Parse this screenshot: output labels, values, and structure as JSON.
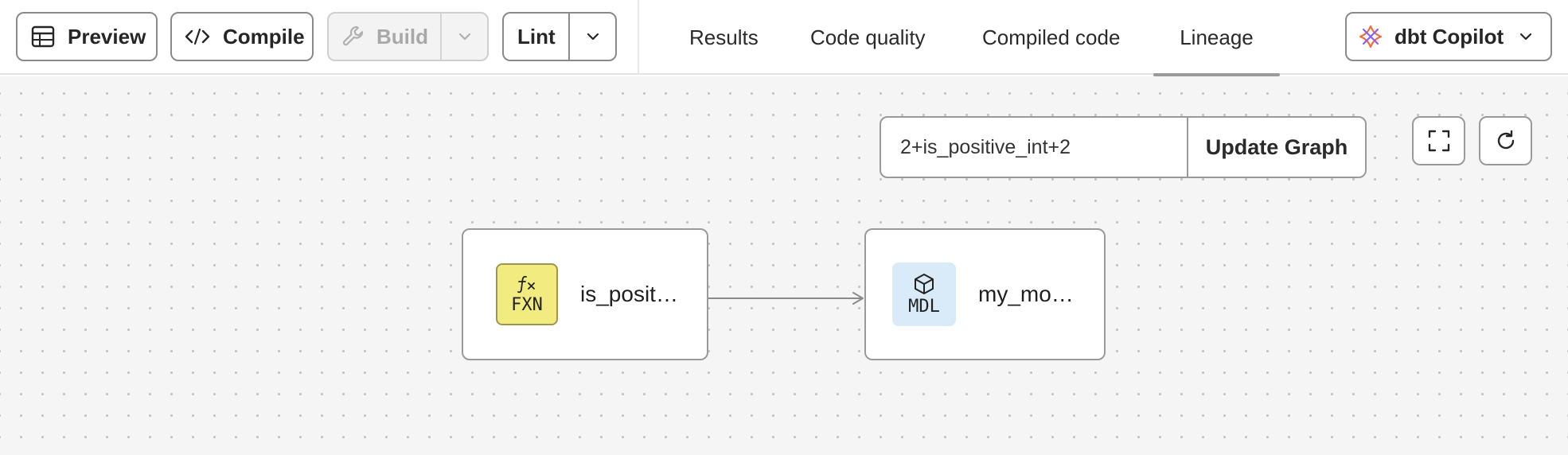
{
  "toolbar": {
    "preview_label": "Preview",
    "compile_label": "Compile",
    "build_label": "Build",
    "lint_label": "Lint",
    "copilot_label": "dbt Copilot"
  },
  "tabs": [
    {
      "label": "Results",
      "active": false
    },
    {
      "label": "Code quality",
      "active": false
    },
    {
      "label": "Compiled code",
      "active": false
    },
    {
      "label": "Lineage",
      "active": true
    }
  ],
  "lineage": {
    "selector_value": "2+is_positive_int+2",
    "update_label": "Update Graph",
    "nodes": [
      {
        "type": "FXN",
        "label": "is_posit…",
        "badge_color": "#f2ec80"
      },
      {
        "type": "MDL",
        "label": "my_mo…",
        "badge_color": "#d9eaf9"
      }
    ]
  },
  "icons": {
    "preview": "table-icon",
    "compile": "code-icon",
    "build": "wrench-icon",
    "copilot": "copilot-logo-icon",
    "fullscreen": "fullscreen-icon",
    "refresh": "refresh-icon",
    "fxn": "function-icon",
    "mdl": "cube-icon"
  }
}
